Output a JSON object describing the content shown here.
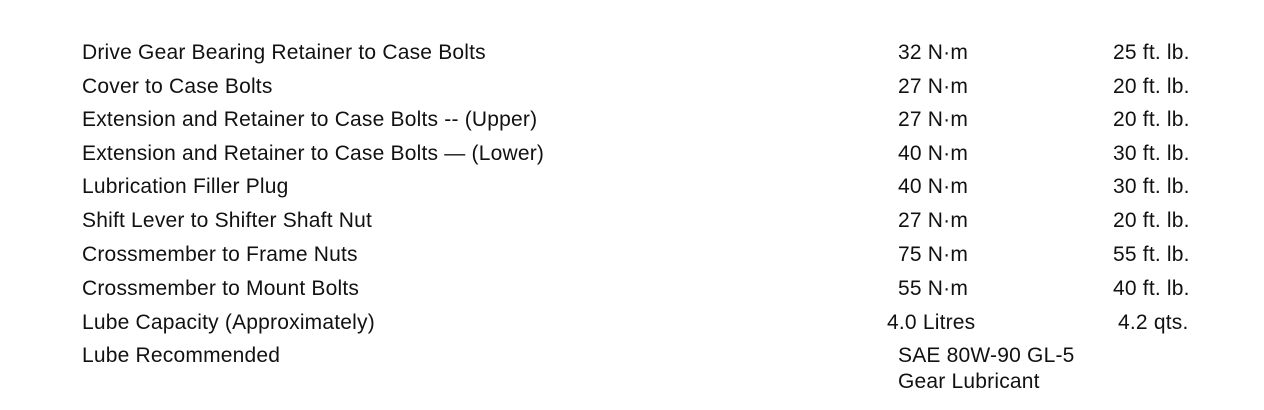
{
  "rows": [
    {
      "item": "Drive Gear Bearing Retainer to Case Bolts",
      "metric": "32 N·m",
      "imperial": "25 ft. lb."
    },
    {
      "item": "Cover to Case Bolts",
      "metric": "27 N·m",
      "imperial": "20 ft. lb."
    },
    {
      "item": "Extension and Retainer to Case Bolts -- (Upper)",
      "metric": "27 N·m",
      "imperial": "20 ft. lb."
    },
    {
      "item": "Extension and Retainer to Case Bolts — (Lower)",
      "metric": "40 N·m",
      "imperial": "30 ft. lb."
    },
    {
      "item": "Lubrication Filler Plug",
      "metric": "40 N·m",
      "imperial": "30 ft. lb."
    },
    {
      "item": "Shift Lever to Shifter Shaft Nut",
      "metric": "27 N·m",
      "imperial": "20 ft. lb."
    },
    {
      "item": "Crossmember to Frame Nuts",
      "metric": "75 N·m",
      "imperial": "55 ft. lb."
    },
    {
      "item": "Crossmember to Mount Bolts",
      "metric": "55 N·m",
      "imperial": "40 ft. lb."
    },
    {
      "item": "Lube Capacity (Approximately)",
      "metric": "4.0 Litres",
      "imperial": "4.2 qts."
    },
    {
      "item": "Lube Recommended",
      "metric": "SAE 80W-90 GL-5",
      "metric_line2": "Gear Lubricant"
    }
  ]
}
